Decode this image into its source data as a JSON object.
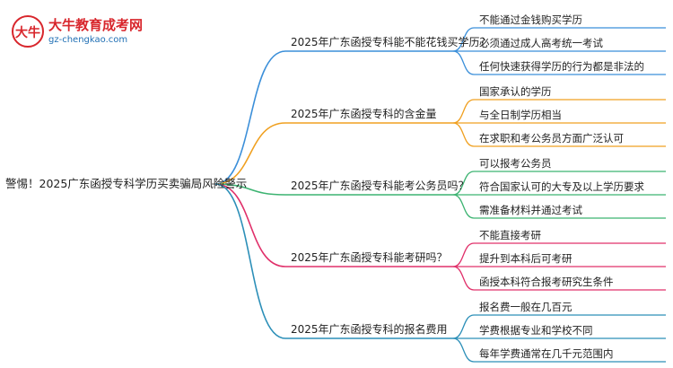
{
  "logo": {
    "brand_name": "大牛教育成考网",
    "url": "gz-chengkao.com",
    "mark_text": "大牛",
    "colors": {
      "red": "#d8262c",
      "green": "#2e8b3a",
      "blue": "#1f6fb4"
    }
  },
  "mindmap": {
    "root": "警惕！2025广东函授专科学历买卖骗局风险警示",
    "branches": [
      {
        "label": "2025年广东函授专科能不能花钱买学历？",
        "color": "#3b8fd9",
        "children": [
          "不能通过金钱购买学历",
          "必须通过成人高考统一考试",
          "任何快速获得学历的行为都是非法的"
        ]
      },
      {
        "label": "2025年广东函授专科的含金量",
        "color": "#f0a020",
        "children": [
          "国家承认的学历",
          "与全日制学历相当",
          "在求职和考公务员方面广泛认可"
        ]
      },
      {
        "label": "2025年广东函授专科能考公务员吗？",
        "color": "#3cb371",
        "children": [
          "可以报考公务员",
          "符合国家认可的大专及以上学历要求",
          "需准备材料并通过考试"
        ]
      },
      {
        "label": "2025年广东函授专科能考研吗？",
        "color": "#e0306a",
        "children": [
          "不能直接考研",
          "提升到本科后可考研",
          "函授本科符合报考研究生条件"
        ]
      },
      {
        "label": "2025年广东函授专科的报名费用",
        "color": "#2c8fb8",
        "children": [
          "报名费一般在几百元",
          "学费根据专业和学校不同",
          "每年学费通常在几千元范围内"
        ]
      }
    ]
  }
}
